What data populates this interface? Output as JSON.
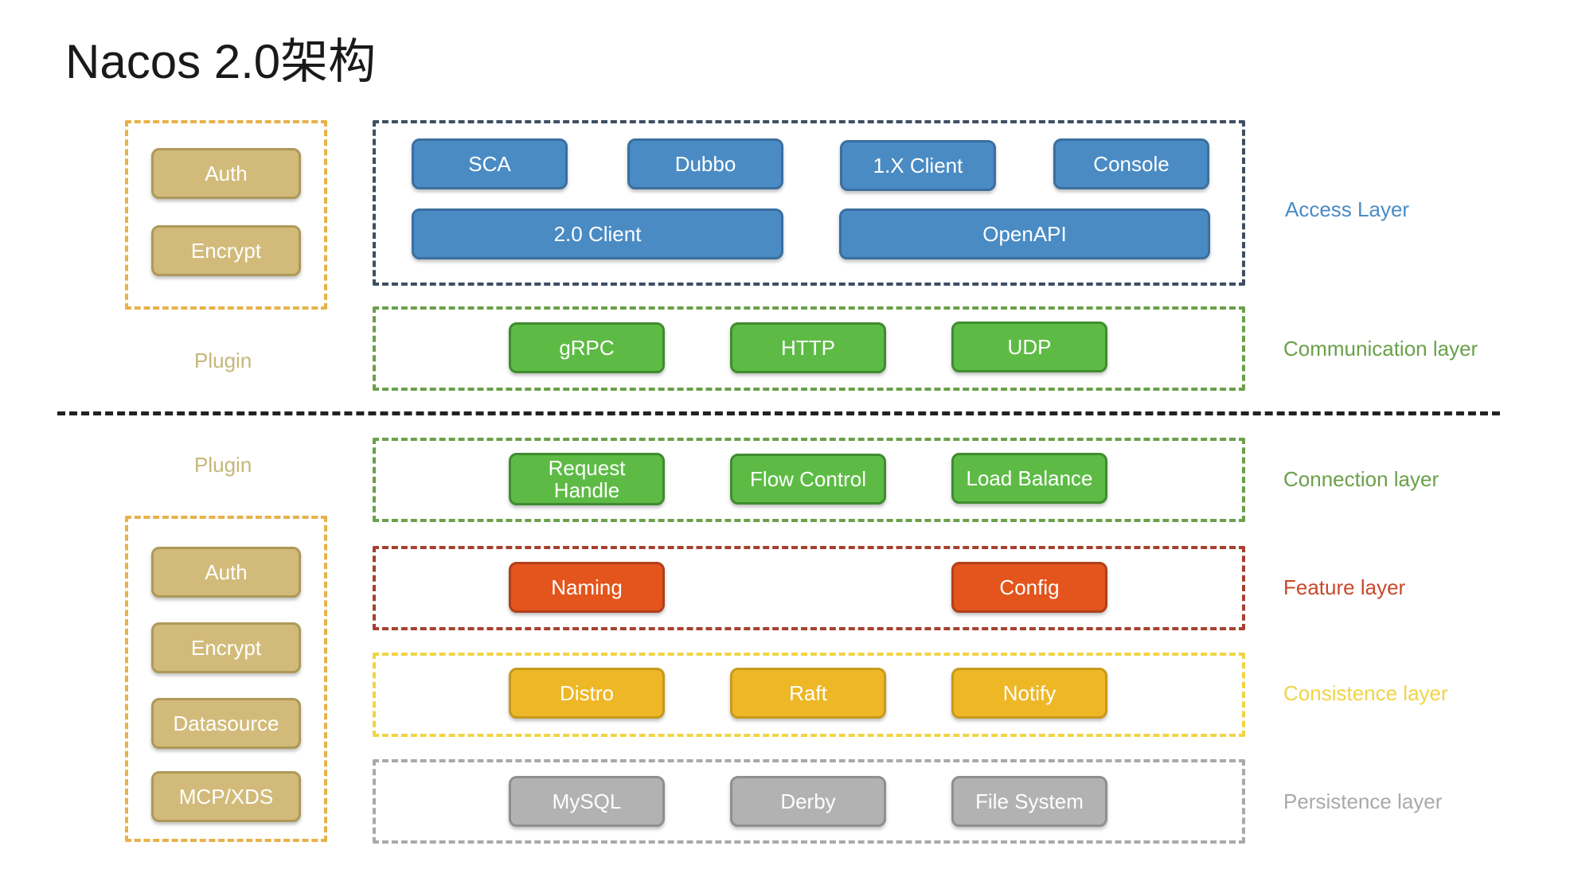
{
  "title": "Nacos 2.0架构",
  "plugins": {
    "top": {
      "label": "Plugin",
      "items": [
        "Auth",
        "Encrypt"
      ]
    },
    "bottom": {
      "label": "Plugin",
      "items": [
        "Auth",
        "Encrypt",
        "Datasource",
        "MCP/XDS"
      ]
    }
  },
  "layers": {
    "access": {
      "label": "Access Layer",
      "row1": [
        "SCA",
        "Dubbo",
        "1.X Client",
        "Console"
      ],
      "row2": [
        "2.0 Client",
        "OpenAPI"
      ]
    },
    "communication": {
      "label": "Communication layer",
      "items": [
        "gRPC",
        "HTTP",
        "UDP"
      ]
    },
    "connection": {
      "label": "Connection layer",
      "items": [
        "Request\nHandle",
        "Flow Control",
        "Load Balance"
      ]
    },
    "feature": {
      "label": "Feature layer",
      "items": [
        "Naming",
        "Config"
      ]
    },
    "consistence": {
      "label": "Consistence layer",
      "items": [
        "Distro",
        "Raft",
        "Notify"
      ]
    },
    "persistence": {
      "label": "Persistence layer",
      "items": [
        "MySQL",
        "Derby",
        "File System"
      ]
    }
  },
  "colors": {
    "access": "#4a8bc4",
    "communication": "#5dbb45",
    "connection": "#5dbb45",
    "feature": "#e3551c",
    "consistence": "#eeb726",
    "persistence": "#b2b2b2",
    "plugin": "#d2bb7a",
    "access_label": "#4a8bc4",
    "communication_label": "#6aa04a",
    "feature_label": "#c9482a",
    "consistence_label": "#f0d445",
    "persistence_label": "#a9a9a9"
  }
}
